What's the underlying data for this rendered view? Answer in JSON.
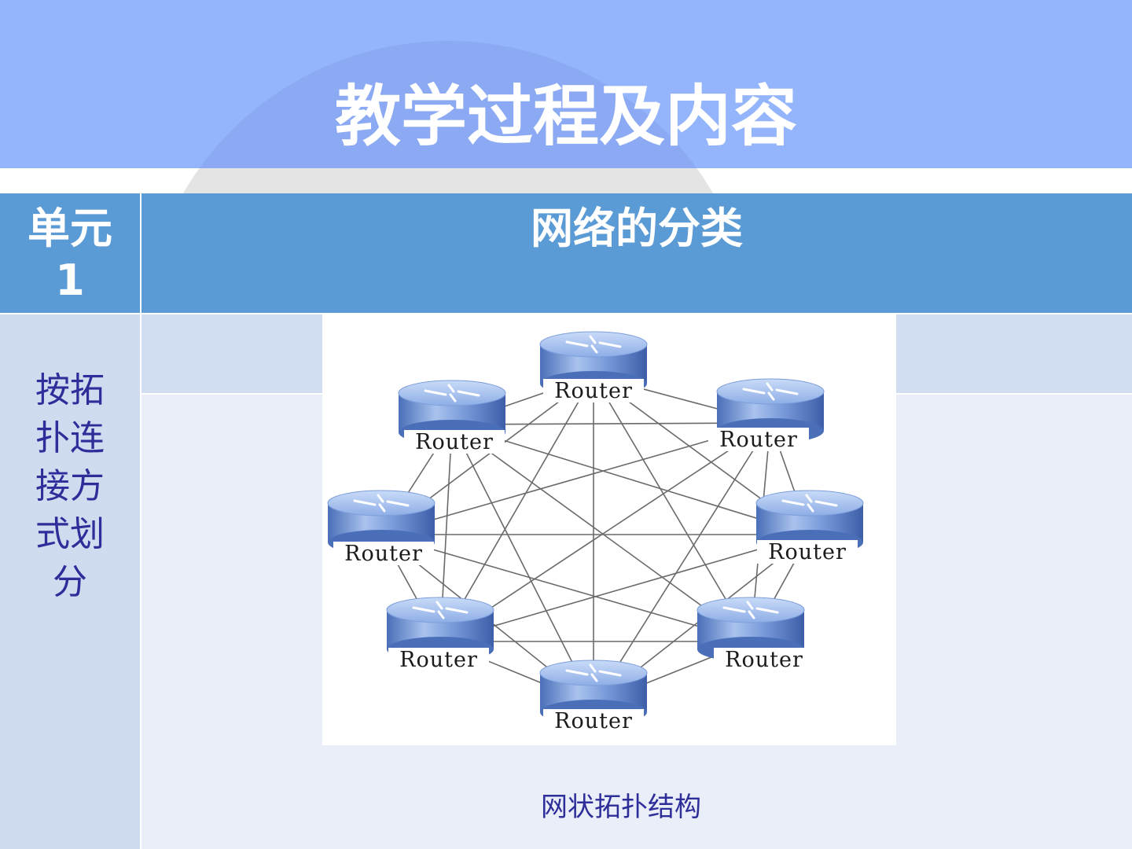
{
  "title": "教学过程及内容",
  "table": {
    "unit_label": "单元1",
    "section_title": "网络的分类",
    "side_label": "按拓扑连接方式划分"
  },
  "diagram": {
    "node_label": "Router",
    "node_count": 8,
    "caption": "网状拓扑结构"
  },
  "colors": {
    "header_bg": "#94b4fc",
    "table_header": "#5b9bd5",
    "side_cell": "#cfdcf0",
    "body_cell": "#e9eef8",
    "text_blue": "#2e2e9a"
  }
}
